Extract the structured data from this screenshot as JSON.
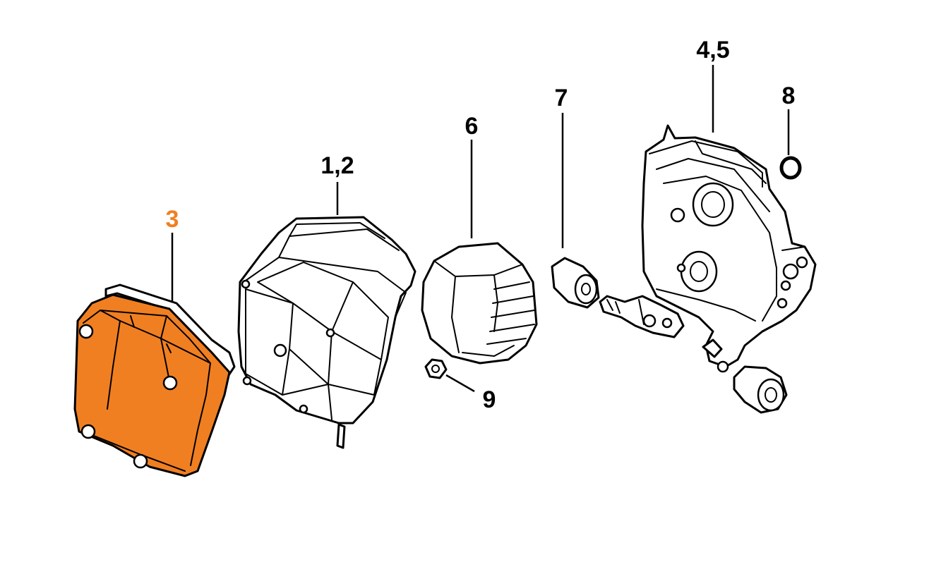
{
  "diagram": {
    "highlight_color": "#f07f22",
    "callouts": [
      {
        "label": "3",
        "part": "air-filter-cover",
        "highlighted": true
      },
      {
        "label": "1,2",
        "part": "air-filter",
        "highlighted": false
      },
      {
        "label": "6",
        "part": "filter-housing-cover",
        "highlighted": false
      },
      {
        "label": "7",
        "part": "rubber-grommet",
        "highlighted": false
      },
      {
        "label": "4,5",
        "part": "carburetor-box",
        "highlighted": false
      },
      {
        "label": "8",
        "part": "o-ring",
        "highlighted": false
      },
      {
        "label": "9",
        "part": "nut",
        "highlighted": false
      }
    ]
  }
}
